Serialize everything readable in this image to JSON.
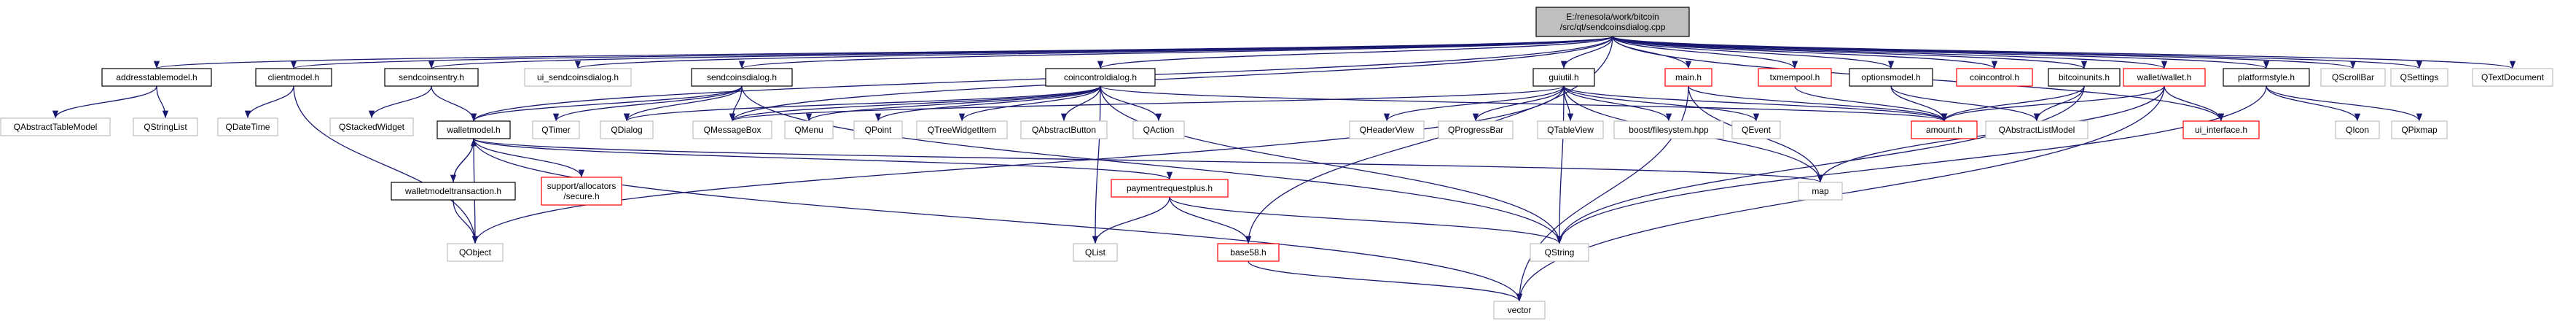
{
  "graph": {
    "colors": {
      "edge": "#191970",
      "root_fill": "#bfbfbf",
      "root_stroke": "#000000",
      "internal_fill": "#ffffff",
      "internal_stroke": "#000000",
      "external_stroke": "#bfbfbf",
      "linked_stroke": "#ff0000",
      "text": "#000000"
    },
    "nodes": [
      {
        "id": "root",
        "type": "root",
        "lines": [
          "E:/renesola/work/bitcoin",
          "/src/qt/sendcoinsdialog.cpp"
        ]
      },
      {
        "id": "addresstablemodel",
        "type": "internal",
        "lines": [
          "addresstablemodel.h"
        ]
      },
      {
        "id": "clientmodel",
        "type": "internal",
        "lines": [
          "clientmodel.h"
        ]
      },
      {
        "id": "sendcoinsentry",
        "type": "internal",
        "lines": [
          "sendcoinsentry.h"
        ]
      },
      {
        "id": "ui_sendcoinsdialog",
        "type": "external",
        "lines": [
          "ui_sendcoinsdialog.h"
        ]
      },
      {
        "id": "sendcoinsdialog_h",
        "type": "internal",
        "lines": [
          "sendcoinsdialog.h"
        ]
      },
      {
        "id": "coincontroldialog",
        "type": "internal",
        "lines": [
          "coincontroldialog.h"
        ]
      },
      {
        "id": "guiutil",
        "type": "internal",
        "lines": [
          "guiutil.h"
        ]
      },
      {
        "id": "main",
        "type": "linked",
        "lines": [
          "main.h"
        ]
      },
      {
        "id": "txmempool",
        "type": "linked",
        "lines": [
          "txmempool.h"
        ]
      },
      {
        "id": "optionsmodel",
        "type": "internal",
        "lines": [
          "optionsmodel.h"
        ]
      },
      {
        "id": "coincontrol",
        "type": "linked",
        "lines": [
          "coincontrol.h"
        ]
      },
      {
        "id": "bitcoinunits",
        "type": "internal",
        "lines": [
          "bitcoinunits.h"
        ]
      },
      {
        "id": "wallet",
        "type": "linked",
        "lines": [
          "wallet/wallet.h"
        ]
      },
      {
        "id": "platformstyle",
        "type": "internal",
        "lines": [
          "platformstyle.h"
        ]
      },
      {
        "id": "QScrollBar",
        "type": "external",
        "lines": [
          "QScrollBar"
        ]
      },
      {
        "id": "QSettings",
        "type": "external",
        "lines": [
          "QSettings"
        ]
      },
      {
        "id": "QTextDocument",
        "type": "external",
        "lines": [
          "QTextDocument"
        ]
      },
      {
        "id": "QAbstractTableModel",
        "type": "external",
        "lines": [
          "QAbstractTableModel"
        ]
      },
      {
        "id": "QStringList",
        "type": "external",
        "lines": [
          "QStringList"
        ]
      },
      {
        "id": "QDateTime",
        "type": "external",
        "lines": [
          "QDateTime"
        ]
      },
      {
        "id": "QStackedWidget",
        "type": "external",
        "lines": [
          "QStackedWidget"
        ]
      },
      {
        "id": "walletmodel",
        "type": "internal",
        "lines": [
          "walletmodel.h"
        ]
      },
      {
        "id": "QTimer",
        "type": "external",
        "lines": [
          "QTimer"
        ]
      },
      {
        "id": "QDialog",
        "type": "external",
        "lines": [
          "QDialog"
        ]
      },
      {
        "id": "QMessageBox",
        "type": "external",
        "lines": [
          "QMessageBox"
        ]
      },
      {
        "id": "QMenu",
        "type": "external",
        "lines": [
          "QMenu"
        ]
      },
      {
        "id": "QPoint",
        "type": "external",
        "lines": [
          "QPoint"
        ]
      },
      {
        "id": "QTreeWidgetItem",
        "type": "external",
        "lines": [
          "QTreeWidgetItem"
        ]
      },
      {
        "id": "QAbstractButton",
        "type": "external",
        "lines": [
          "QAbstractButton"
        ]
      },
      {
        "id": "QAction",
        "type": "external",
        "lines": [
          "QAction"
        ]
      },
      {
        "id": "QHeaderView",
        "type": "external",
        "lines": [
          "QHeaderView"
        ]
      },
      {
        "id": "QProgressBar",
        "type": "external",
        "lines": [
          "QProgressBar"
        ]
      },
      {
        "id": "QTableView",
        "type": "external",
        "lines": [
          "QTableView"
        ]
      },
      {
        "id": "boost_filesystem",
        "type": "external",
        "lines": [
          "boost/filesystem.hpp"
        ]
      },
      {
        "id": "QEvent",
        "type": "external",
        "lines": [
          "QEvent"
        ]
      },
      {
        "id": "amount",
        "type": "linked",
        "lines": [
          "amount.h"
        ]
      },
      {
        "id": "QAbstractListModel",
        "type": "external",
        "lines": [
          "QAbstractListModel"
        ]
      },
      {
        "id": "ui_interface",
        "type": "linked",
        "lines": [
          "ui_interface.h"
        ]
      },
      {
        "id": "QIcon",
        "type": "external",
        "lines": [
          "QIcon"
        ]
      },
      {
        "id": "QPixmap",
        "type": "external",
        "lines": [
          "QPixmap"
        ]
      },
      {
        "id": "walletmodeltransaction",
        "type": "internal",
        "lines": [
          "walletmodeltransaction.h"
        ]
      },
      {
        "id": "allocators_secure",
        "type": "linked",
        "lines": [
          "support/allocators",
          "/secure.h"
        ]
      },
      {
        "id": "paymentrequestplus",
        "type": "linked",
        "lines": [
          "paymentrequestplus.h"
        ]
      },
      {
        "id": "map",
        "type": "external",
        "lines": [
          "map"
        ]
      },
      {
        "id": "QObject",
        "type": "external",
        "lines": [
          "QObject"
        ]
      },
      {
        "id": "QList",
        "type": "external",
        "lines": [
          "QList"
        ]
      },
      {
        "id": "base58",
        "type": "linked",
        "lines": [
          "base58.h"
        ]
      },
      {
        "id": "QString",
        "type": "external",
        "lines": [
          "QString"
        ]
      },
      {
        "id": "vector",
        "type": "external",
        "lines": [
          "vector"
        ]
      }
    ],
    "edges": [
      [
        "root",
        "addresstablemodel"
      ],
      [
        "root",
        "clientmodel"
      ],
      [
        "root",
        "sendcoinsentry"
      ],
      [
        "root",
        "ui_sendcoinsdialog"
      ],
      [
        "root",
        "sendcoinsdialog_h"
      ],
      [
        "root",
        "coincontroldialog"
      ],
      [
        "root",
        "guiutil"
      ],
      [
        "root",
        "main"
      ],
      [
        "root",
        "txmempool"
      ],
      [
        "root",
        "optionsmodel"
      ],
      [
        "root",
        "coincontrol"
      ],
      [
        "root",
        "bitcoinunits"
      ],
      [
        "root",
        "wallet"
      ],
      [
        "root",
        "platformstyle"
      ],
      [
        "root",
        "QScrollBar"
      ],
      [
        "root",
        "QSettings"
      ],
      [
        "root",
        "QTextDocument"
      ],
      [
        "root",
        "walletmodel"
      ],
      [
        "root",
        "QMessageBox"
      ],
      [
        "root",
        "base58"
      ],
      [
        "root",
        "ui_interface"
      ],
      [
        "addresstablemodel",
        "QAbstractTableModel"
      ],
      [
        "addresstablemodel",
        "QStringList"
      ],
      [
        "clientmodel",
        "QDateTime"
      ],
      [
        "clientmodel",
        "QObject"
      ],
      [
        "sendcoinsentry",
        "QStackedWidget"
      ],
      [
        "sendcoinsentry",
        "walletmodel"
      ],
      [
        "sendcoinsdialog_h",
        "walletmodel"
      ],
      [
        "sendcoinsdialog_h",
        "QTimer"
      ],
      [
        "sendcoinsdialog_h",
        "QDialog"
      ],
      [
        "sendcoinsdialog_h",
        "QMessageBox"
      ],
      [
        "sendcoinsdialog_h",
        "QString"
      ],
      [
        "coincontroldialog",
        "QDialog"
      ],
      [
        "coincontroldialog",
        "QMessageBox"
      ],
      [
        "coincontroldialog",
        "QMenu"
      ],
      [
        "coincontroldialog",
        "QPoint"
      ],
      [
        "coincontroldialog",
        "QTreeWidgetItem"
      ],
      [
        "coincontroldialog",
        "QAbstractButton"
      ],
      [
        "coincontroldialog",
        "QAction"
      ],
      [
        "coincontroldialog",
        "QList"
      ],
      [
        "coincontroldialog",
        "QString"
      ],
      [
        "coincontroldialog",
        "amount"
      ],
      [
        "guiutil",
        "QMessageBox"
      ],
      [
        "guiutil",
        "QHeaderView"
      ],
      [
        "guiutil",
        "QProgressBar"
      ],
      [
        "guiutil",
        "QTableView"
      ],
      [
        "guiutil",
        "boost_filesystem"
      ],
      [
        "guiutil",
        "QEvent"
      ],
      [
        "guiutil",
        "amount"
      ],
      [
        "guiutil",
        "QObject"
      ],
      [
        "guiutil",
        "QString"
      ],
      [
        "guiutil",
        "map"
      ],
      [
        "main",
        "amount"
      ],
      [
        "main",
        "map"
      ],
      [
        "main",
        "vector"
      ],
      [
        "txmempool",
        "amount"
      ],
      [
        "optionsmodel",
        "amount"
      ],
      [
        "optionsmodel",
        "QAbstractListModel"
      ],
      [
        "bitcoinunits",
        "amount"
      ],
      [
        "bitcoinunits",
        "QAbstractListModel"
      ],
      [
        "bitcoinunits",
        "QString"
      ],
      [
        "wallet",
        "amount"
      ],
      [
        "wallet",
        "ui_interface"
      ],
      [
        "wallet",
        "map"
      ],
      [
        "wallet",
        "vector"
      ],
      [
        "platformstyle",
        "QIcon"
      ],
      [
        "platformstyle",
        "QPixmap"
      ],
      [
        "platformstyle",
        "QString"
      ],
      [
        "walletmodel",
        "walletmodeltransaction"
      ],
      [
        "walletmodel",
        "allocators_secure"
      ],
      [
        "walletmodel",
        "QObject"
      ],
      [
        "walletmodel",
        "paymentrequestplus"
      ],
      [
        "walletmodel",
        "map"
      ],
      [
        "walletmodel",
        "vector"
      ],
      [
        "walletmodeltransaction",
        "walletmodel"
      ],
      [
        "walletmodeltransaction",
        "QObject"
      ],
      [
        "paymentrequestplus",
        "base58"
      ],
      [
        "paymentrequestplus",
        "QList"
      ],
      [
        "paymentrequestplus",
        "QString"
      ],
      [
        "base58",
        "vector"
      ]
    ]
  }
}
